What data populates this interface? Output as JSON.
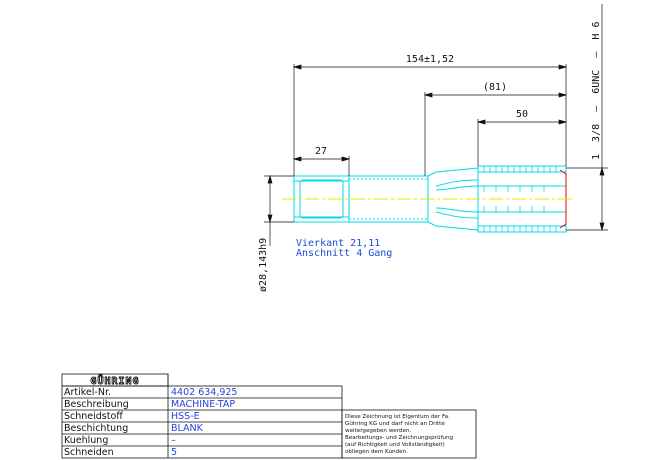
{
  "colors": {
    "outline": "#00d8e8",
    "centerline": "#e8e800",
    "note_text": "#1e4bd6",
    "table_value": "#2445d8",
    "tip_edge": "#e00000",
    "dimension": "#111111"
  },
  "dimensions": {
    "overall_length": "154±1,52",
    "ref_length": "(81)",
    "thread_length": "50",
    "square_length": "27",
    "shank_diameter": "ø28,143h9",
    "thread_designation": "1  3/8  –  6UNC  –  H 6"
  },
  "notes": {
    "line1": "Vierkant 21,11",
    "line2": "Anschnitt 4 Gang"
  },
  "title_block": {
    "logo": "GÜHRING",
    "rows": [
      {
        "label": "Artikel-Nr.",
        "value": "4402 634,925"
      },
      {
        "label": "Beschreibung",
        "value": "MACHINE-TAP"
      },
      {
        "label": "Schneidstoff",
        "value": "HSS-E"
      },
      {
        "label": "Beschichtung",
        "value": "BLANK"
      },
      {
        "label": "Kuehlung",
        "value": "–"
      },
      {
        "label": "Schneiden",
        "value": "5"
      }
    ],
    "disclaimer": [
      "Diese Zeichnung ist Eigentum der Fa.",
      "Gühring KG und darf nicht an Dritte",
      "weitergegeben werden.",
      "Bearbeitungs- und Zeichnungsprüfung",
      "(auf Richtigkeit und Vollständigkeit)",
      "obliegen dem Kunden."
    ]
  }
}
